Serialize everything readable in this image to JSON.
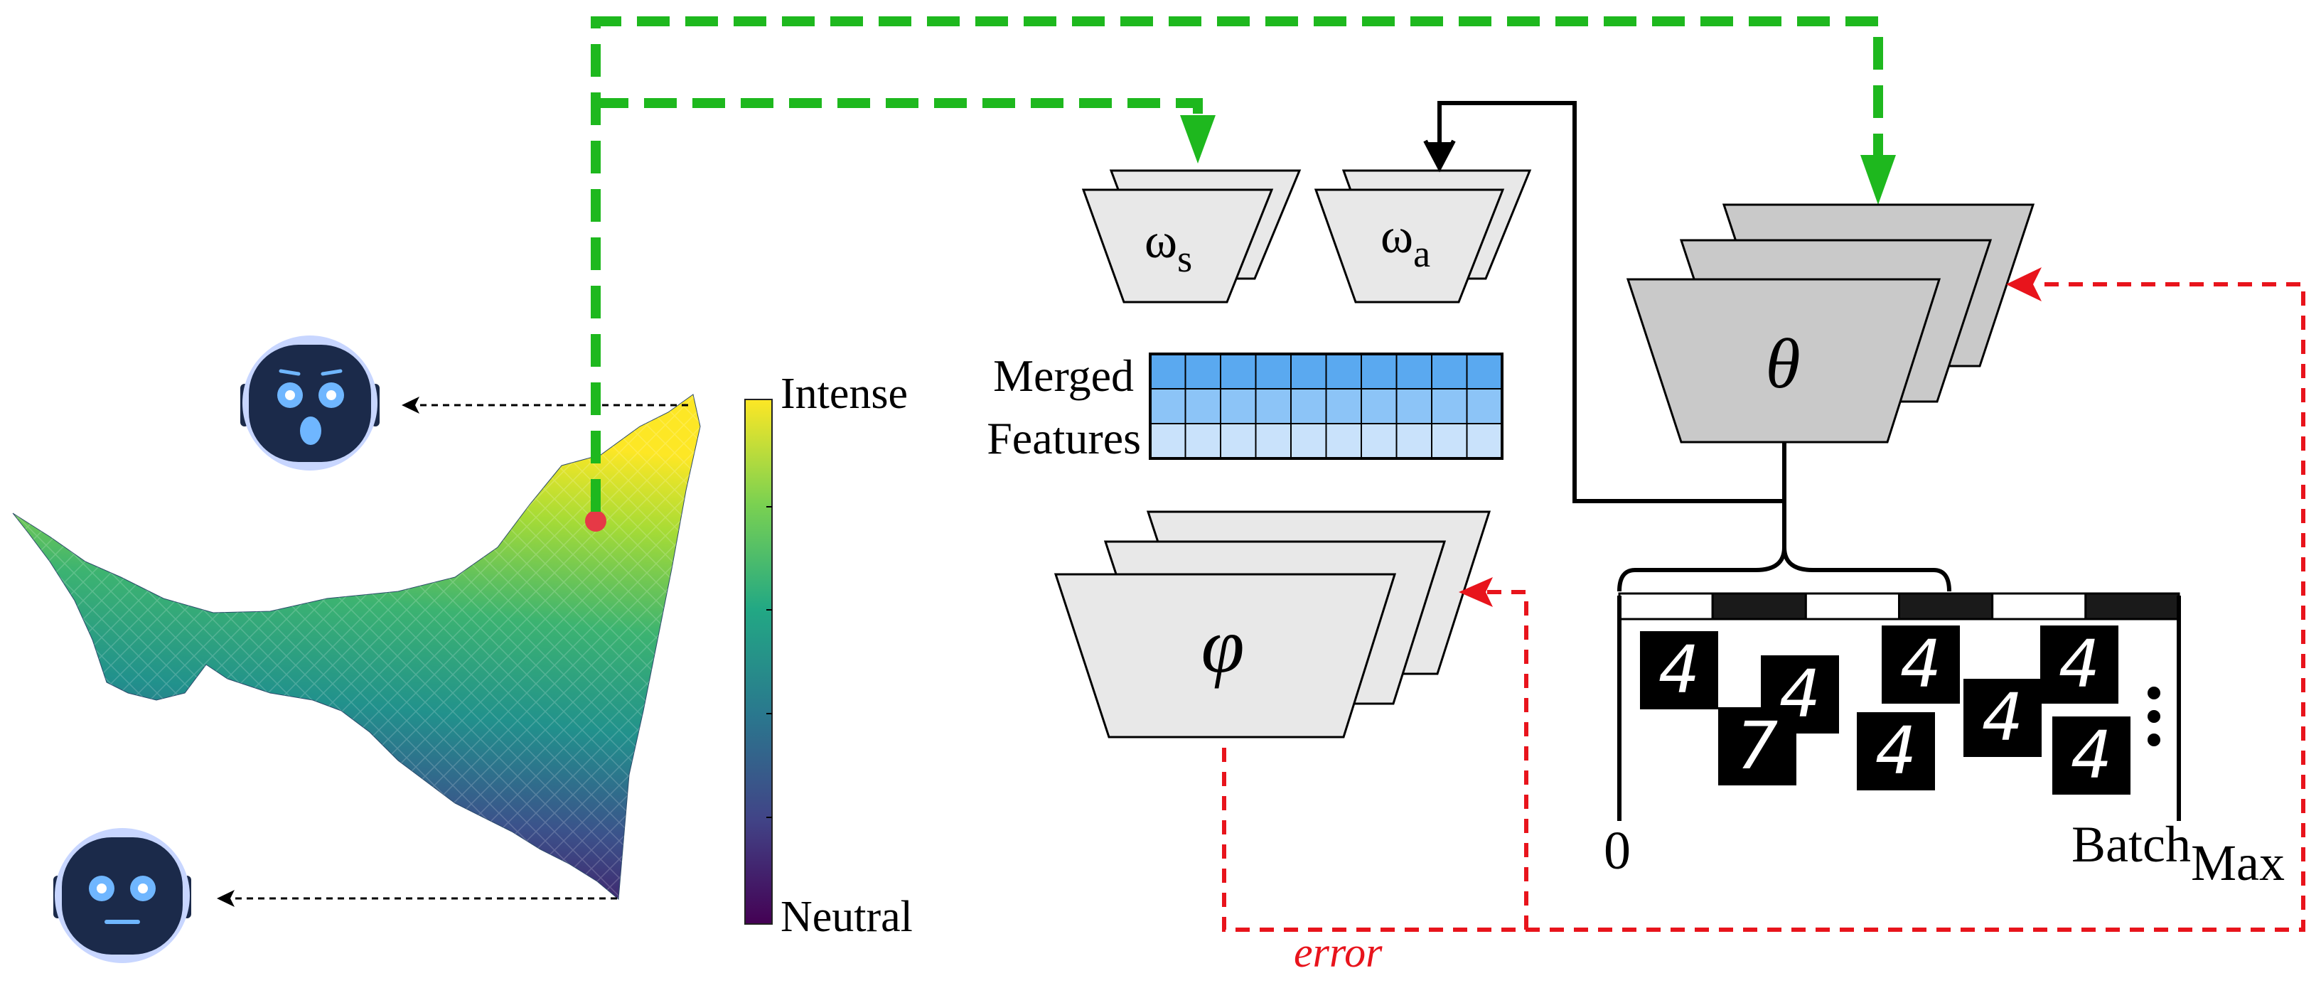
{
  "colorbar": {
    "top_label": "Intense",
    "bottom_label": "Neutral"
  },
  "networks": {
    "omega_s": {
      "symbol": "ω",
      "subscript": "s"
    },
    "omega_a": {
      "symbol": "ω",
      "subscript": "a"
    },
    "theta": {
      "symbol": "θ"
    },
    "phi": {
      "symbol": "φ"
    }
  },
  "merged_features": {
    "line1": "Merged",
    "line2": "Features"
  },
  "batch": {
    "start": "0",
    "end_word1": "Batch",
    "end_word2": "Max"
  },
  "error_label": "error",
  "digits": [
    "4",
    "4",
    "4",
    "4",
    "7",
    "4",
    "4",
    "4"
  ],
  "colors": {
    "green_arrow": "#1eb81e",
    "red_arrow": "#e8141c",
    "network_fill": "#c9c9c9",
    "network_fill_light": "#e8e8e8",
    "robot_face": "#1b2a4a",
    "robot_eye": "#6fb6ff",
    "marker": "#e63946"
  },
  "icons": [
    "robot-surprised-icon",
    "robot-neutral-icon"
  ]
}
